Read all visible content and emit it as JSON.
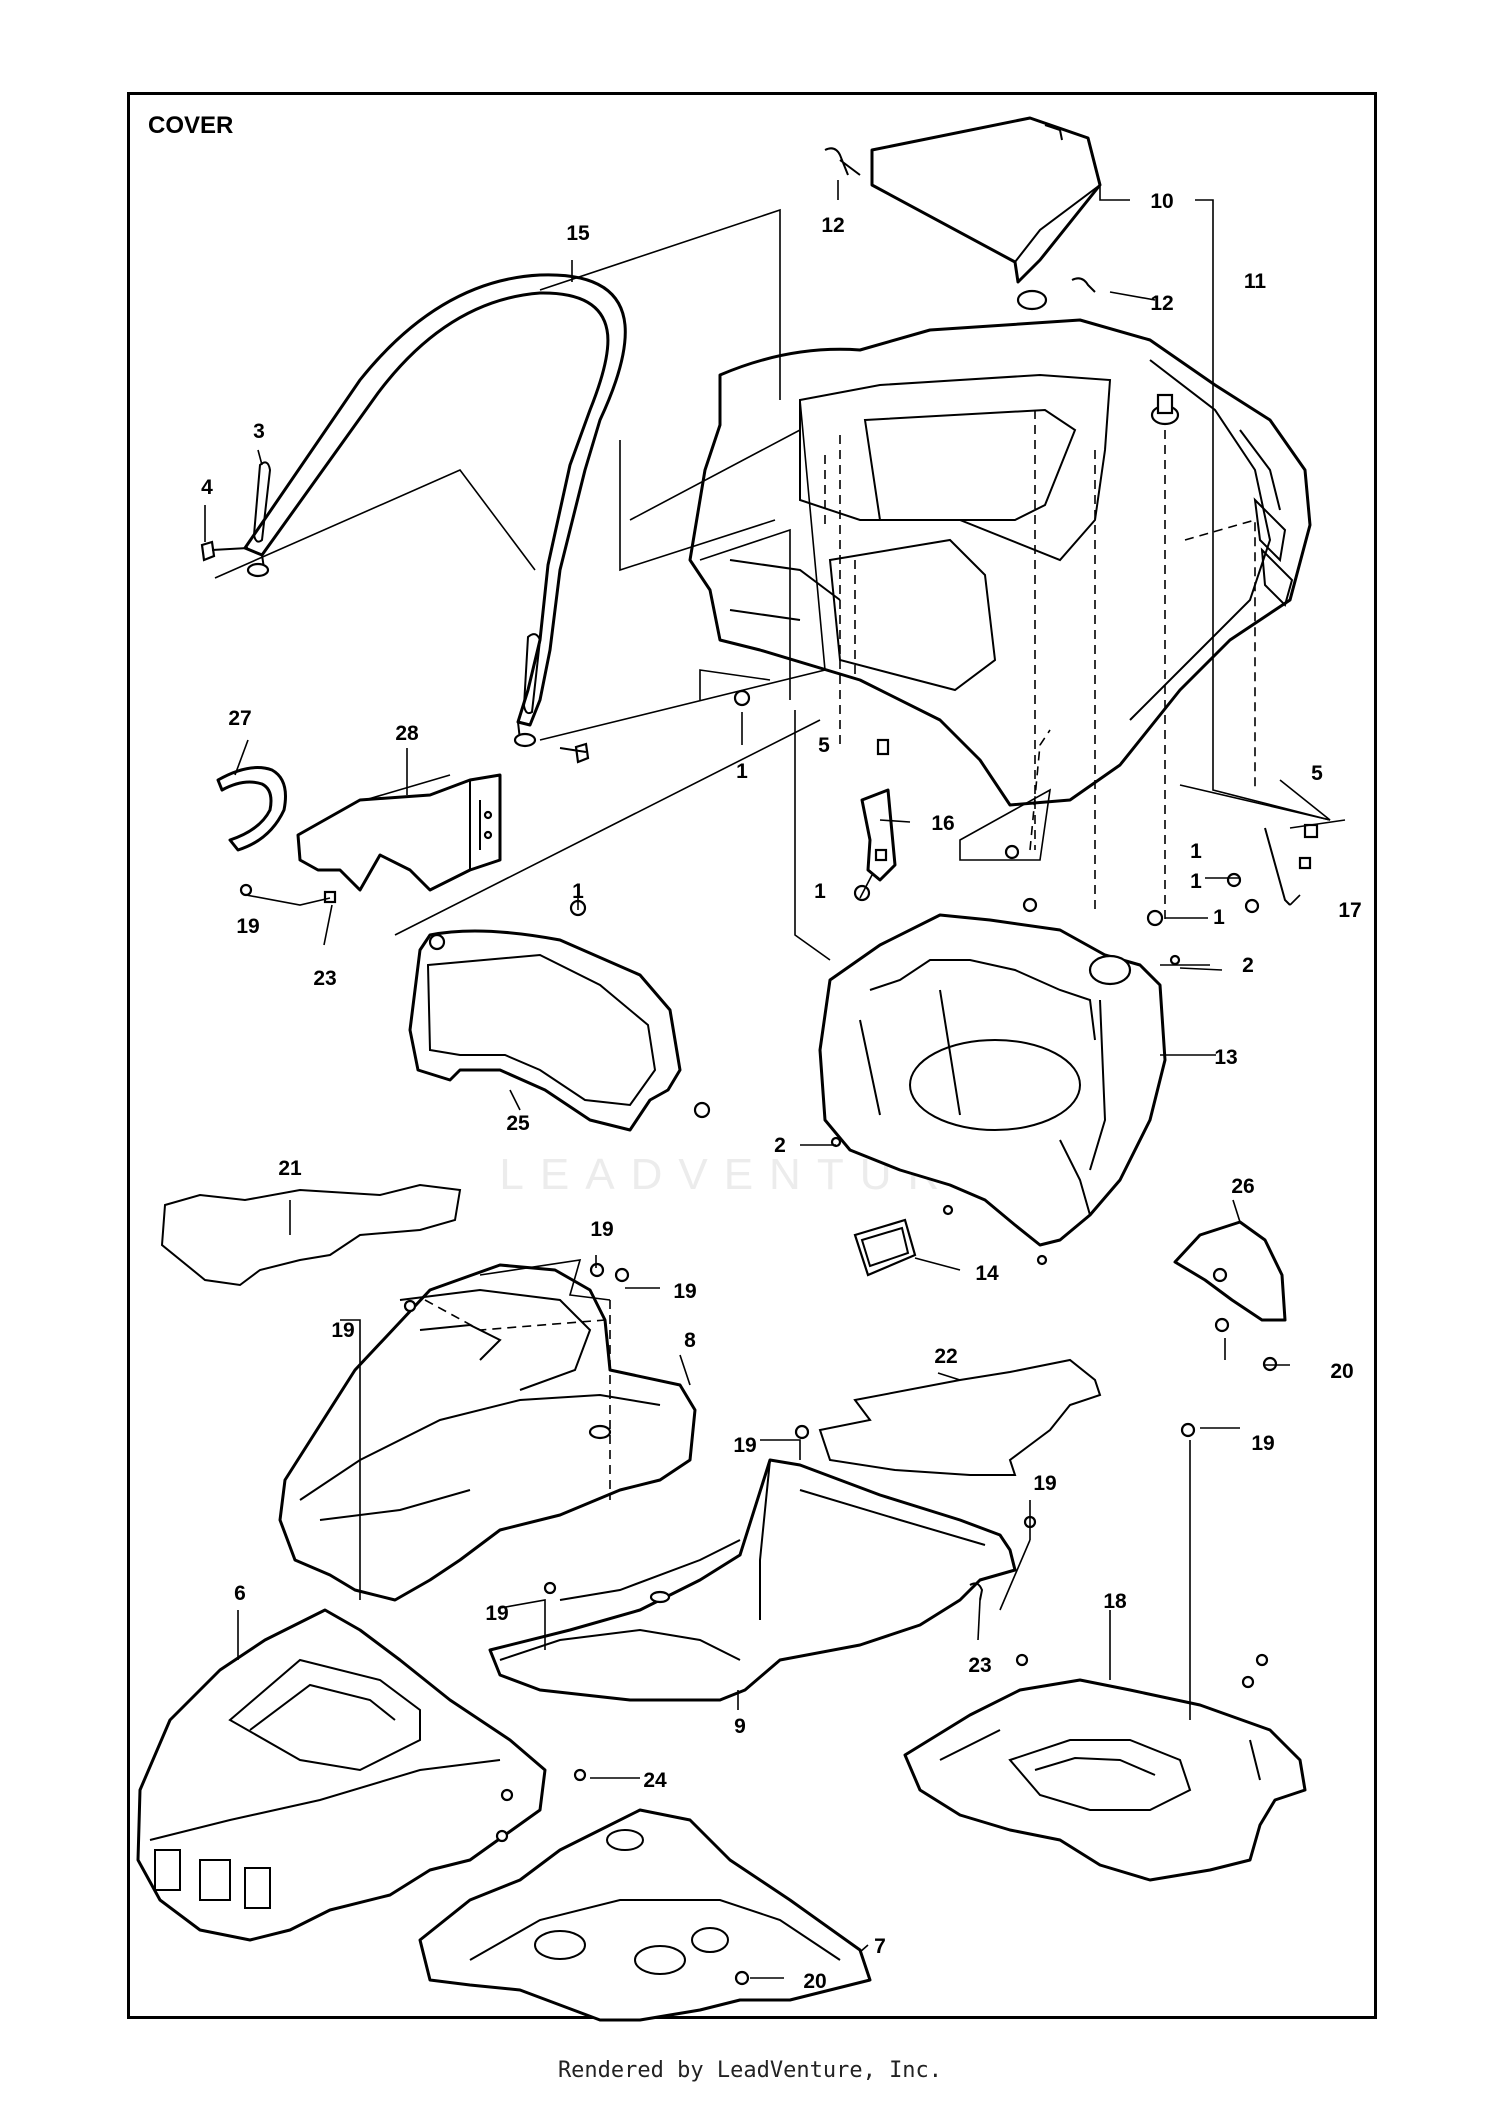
{
  "title": "COVER",
  "footer": "Rendered by LeadVenture, Inc.",
  "watermark": "LEADVENTURE",
  "callouts": [
    {
      "id": "c1a",
      "text": "1"
    },
    {
      "id": "c1b",
      "text": "1"
    },
    {
      "id": "c1c",
      "text": "1"
    },
    {
      "id": "c1d",
      "text": "1"
    },
    {
      "id": "c1e",
      "text": "1"
    },
    {
      "id": "c1f",
      "text": "1"
    },
    {
      "id": "c2a",
      "text": "2"
    },
    {
      "id": "c2b",
      "text": "2"
    },
    {
      "id": "c3",
      "text": "3"
    },
    {
      "id": "c4",
      "text": "4"
    },
    {
      "id": "c5a",
      "text": "5"
    },
    {
      "id": "c5b",
      "text": "5"
    },
    {
      "id": "c6",
      "text": "6"
    },
    {
      "id": "c7",
      "text": "7"
    },
    {
      "id": "c8",
      "text": "8"
    },
    {
      "id": "c9",
      "text": "9"
    },
    {
      "id": "c10",
      "text": "10"
    },
    {
      "id": "c11",
      "text": "11"
    },
    {
      "id": "c12a",
      "text": "12"
    },
    {
      "id": "c12b",
      "text": "12"
    },
    {
      "id": "c13",
      "text": "13"
    },
    {
      "id": "c14",
      "text": "14"
    },
    {
      "id": "c15",
      "text": "15"
    },
    {
      "id": "c16",
      "text": "16"
    },
    {
      "id": "c17",
      "text": "17"
    },
    {
      "id": "c18",
      "text": "18"
    },
    {
      "id": "c19a",
      "text": "19"
    },
    {
      "id": "c19b",
      "text": "19"
    },
    {
      "id": "c19c",
      "text": "19"
    },
    {
      "id": "c19d",
      "text": "19"
    },
    {
      "id": "c19e",
      "text": "19"
    },
    {
      "id": "c19f",
      "text": "19"
    },
    {
      "id": "c19g",
      "text": "19"
    },
    {
      "id": "c19h",
      "text": "19"
    },
    {
      "id": "c20a",
      "text": "20"
    },
    {
      "id": "c20b",
      "text": "20"
    },
    {
      "id": "c21",
      "text": "21"
    },
    {
      "id": "c22",
      "text": "22"
    },
    {
      "id": "c23a",
      "text": "23"
    },
    {
      "id": "c23b",
      "text": "23"
    },
    {
      "id": "c24",
      "text": "24"
    },
    {
      "id": "c25",
      "text": "25"
    },
    {
      "id": "c26",
      "text": "26"
    },
    {
      "id": "c27",
      "text": "27"
    },
    {
      "id": "c28",
      "text": "28"
    }
  ]
}
